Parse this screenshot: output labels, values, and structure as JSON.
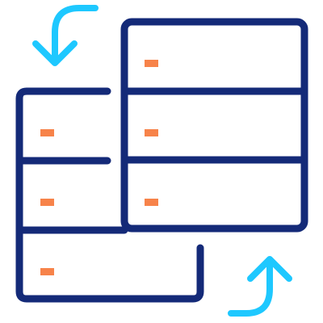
{
  "illustration": {
    "subject": "server-migration-icon",
    "colors": {
      "outline": "#142a78",
      "indicator": "#f7834a",
      "arrow": "#1ec8ff"
    },
    "servers": [
      {
        "name": "back-server-stack",
        "units": 3
      },
      {
        "name": "front-server-stack",
        "units": 3
      }
    ],
    "arrows": [
      {
        "name": "top-left-curved-arrow-icon",
        "direction": "down"
      },
      {
        "name": "bottom-right-curved-arrow-icon",
        "direction": "up"
      }
    ]
  }
}
